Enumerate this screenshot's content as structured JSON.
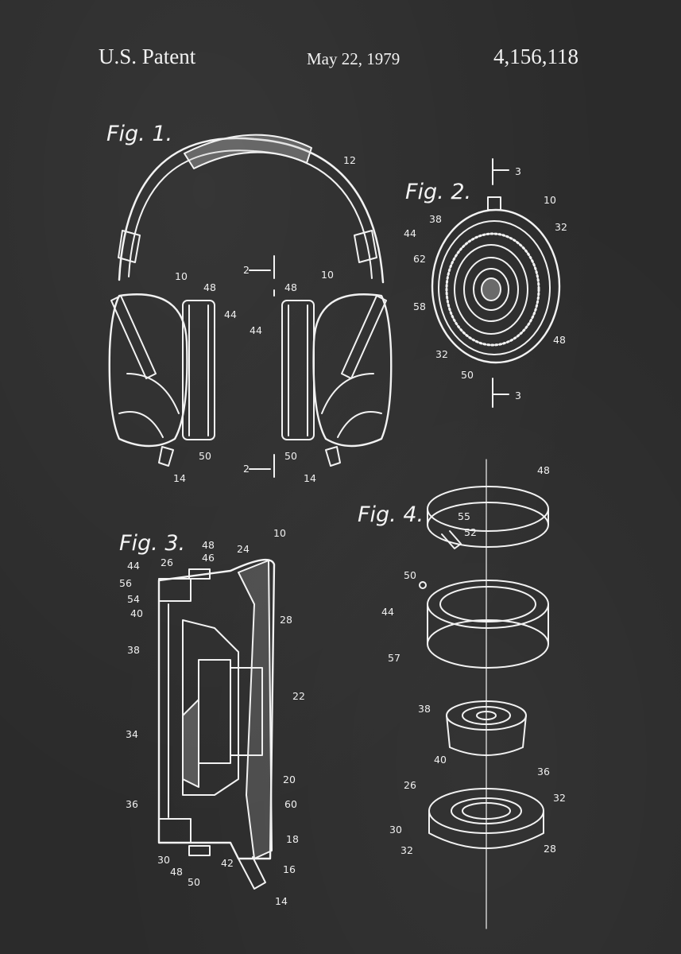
{
  "header": {
    "left": "U.S. Patent",
    "date": "May 22, 1979",
    "patent_number": "4,156,118"
  },
  "figures": {
    "fig1": {
      "label": "Fig. 1.",
      "numerals": [
        "12",
        "10",
        "48",
        "44",
        "50",
        "14",
        "2",
        "2",
        "48",
        "10",
        "44",
        "50",
        "14"
      ]
    },
    "fig2": {
      "label": "Fig. 2.",
      "numerals": [
        "3",
        "10",
        "38",
        "32",
        "44",
        "62",
        "58",
        "32",
        "48",
        "50",
        "3"
      ]
    },
    "fig3": {
      "label": "Fig. 3.",
      "numerals": [
        "48",
        "10",
        "24",
        "46",
        "44",
        "26",
        "56",
        "54",
        "40",
        "28",
        "38",
        "22",
        "34",
        "20",
        "36",
        "60",
        "18",
        "30",
        "42",
        "48",
        "50",
        "16",
        "14"
      ]
    },
    "fig4": {
      "label": "Fig. 4.",
      "numerals": [
        "48",
        "55",
        "52",
        "50",
        "44",
        "57",
        "38",
        "40",
        "36",
        "26",
        "32",
        "30",
        "32",
        "28"
      ]
    }
  },
  "style": {
    "chalk_color": "#f2f2f2",
    "board_color": "#2b2b2b"
  }
}
